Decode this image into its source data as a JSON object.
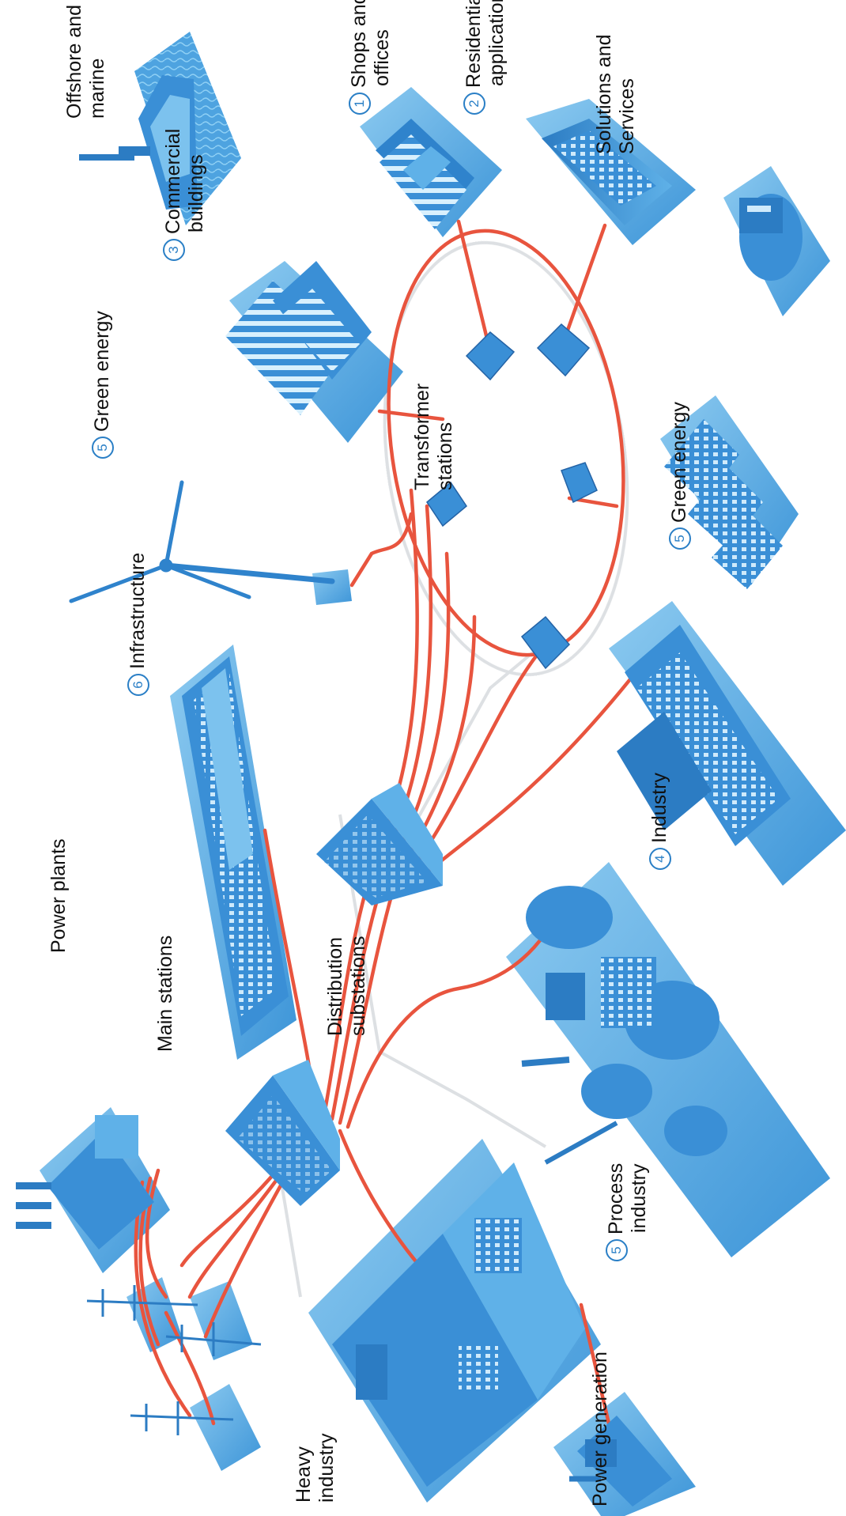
{
  "colors": {
    "tile": "#5cb1e6",
    "tile_dark": "#2f7fc4",
    "building": "#3a8fd6",
    "building_light": "#7cc2ee",
    "cable": "#e8543e",
    "number": "#2a7fc6",
    "text": "#111111"
  },
  "labels": {
    "offshore": {
      "line1": "Offshore and",
      "line2": "marine"
    },
    "shops": {
      "num": "1",
      "line1": "Shops and",
      "line2": "offices"
    },
    "residential": {
      "num": "2",
      "line1": "Residential",
      "line2": "applications"
    },
    "solutions": {
      "line1": "Solutions and",
      "line2": "Services"
    },
    "commercial": {
      "num": "3",
      "line1": "Commercial",
      "line2": "buildings"
    },
    "green_wind": {
      "num": "5",
      "line1": "Green energy"
    },
    "transformer": {
      "line1": "Transformer",
      "line2": "stations"
    },
    "green_solar": {
      "num": "5",
      "line1": "Green energy"
    },
    "infrastructure": {
      "num": "6",
      "line1": "Infrastructure"
    },
    "industry": {
      "num": "4",
      "line1": "Industry"
    },
    "power_plants": {
      "line1": "Power plants"
    },
    "main_stations": {
      "line1": "Main stations"
    },
    "distribution": {
      "line1": "Distribution",
      "line2": "substations"
    },
    "process": {
      "num": "5",
      "line1": "Process",
      "line2": "industry"
    },
    "heavy": {
      "line1": "Heavy",
      "line2": "industry"
    },
    "power_generation": {
      "line1": "Power generation"
    }
  }
}
